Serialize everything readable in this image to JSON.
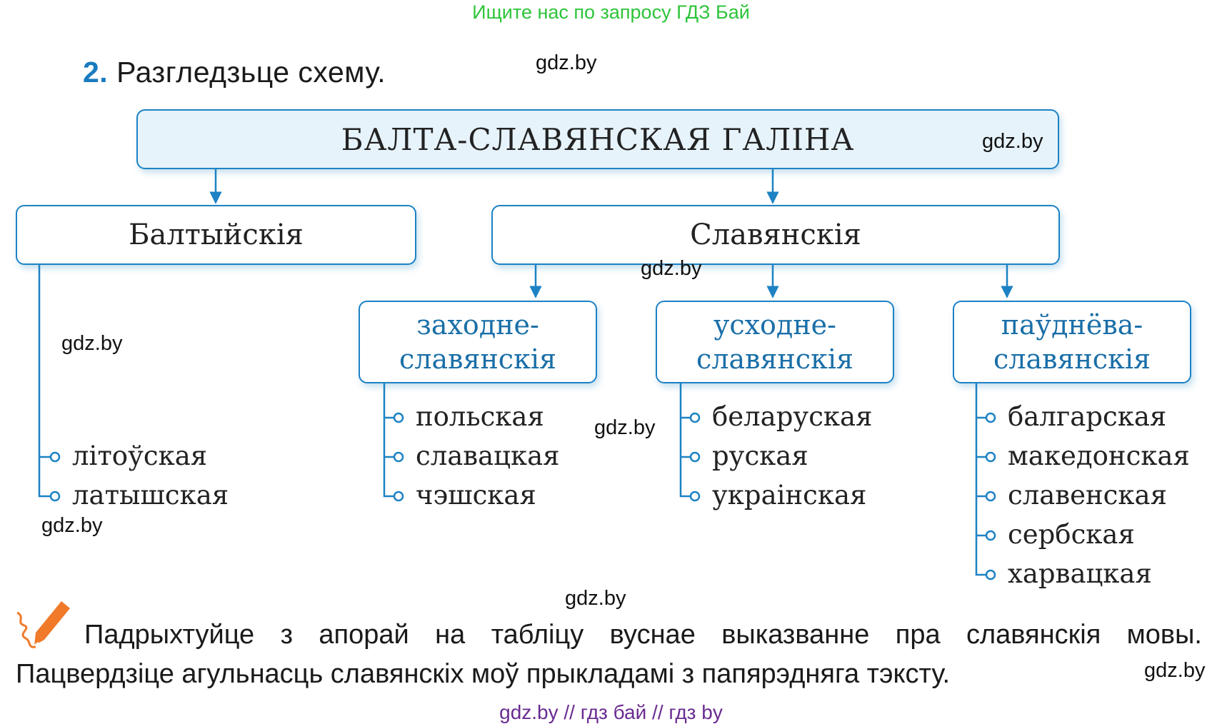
{
  "banner": "Ищите нас по запросу ГДЗ Бай",
  "task": {
    "number": "2.",
    "text": "Разгледзьце схему."
  },
  "watermark": "gdz.by",
  "diagram": {
    "root": "БАЛТА-СЛАВЯНСКАЯ ГАЛІНА",
    "baltic": {
      "label": "Балтыйскія",
      "languages": [
        "літоўская",
        "латышская"
      ]
    },
    "slavic": {
      "label": "Славянскія",
      "groups": [
        {
          "line1": "заходне-",
          "line2": "славянскія",
          "languages": [
            "польская",
            "славацкая",
            "чэшская"
          ]
        },
        {
          "line1": "усходне-",
          "line2": "славянскія",
          "languages": [
            "беларуская",
            "руская",
            "украінская"
          ]
        },
        {
          "line1": "паўднёва-",
          "line2": "славянскія",
          "languages": [
            "балгарская",
            "македонская",
            "славенская",
            "сербская",
            "харвацкая"
          ]
        }
      ]
    }
  },
  "assignment": {
    "line1": "Падрыхтуйце з апорай на табліцу вуснае выказванне пра славянскія мовы.",
    "line2": "Пацвердзіце агульнасць славянскіх моў прыкладамі з папярэдняга тэксту."
  },
  "footer_links": "gdz.by  //  гдз бай  //  гдз by",
  "colors": {
    "accent": "#1a7bbf",
    "banner": "#2ec43a",
    "footer": "#6a2c91",
    "pen": "#f07a2a"
  }
}
